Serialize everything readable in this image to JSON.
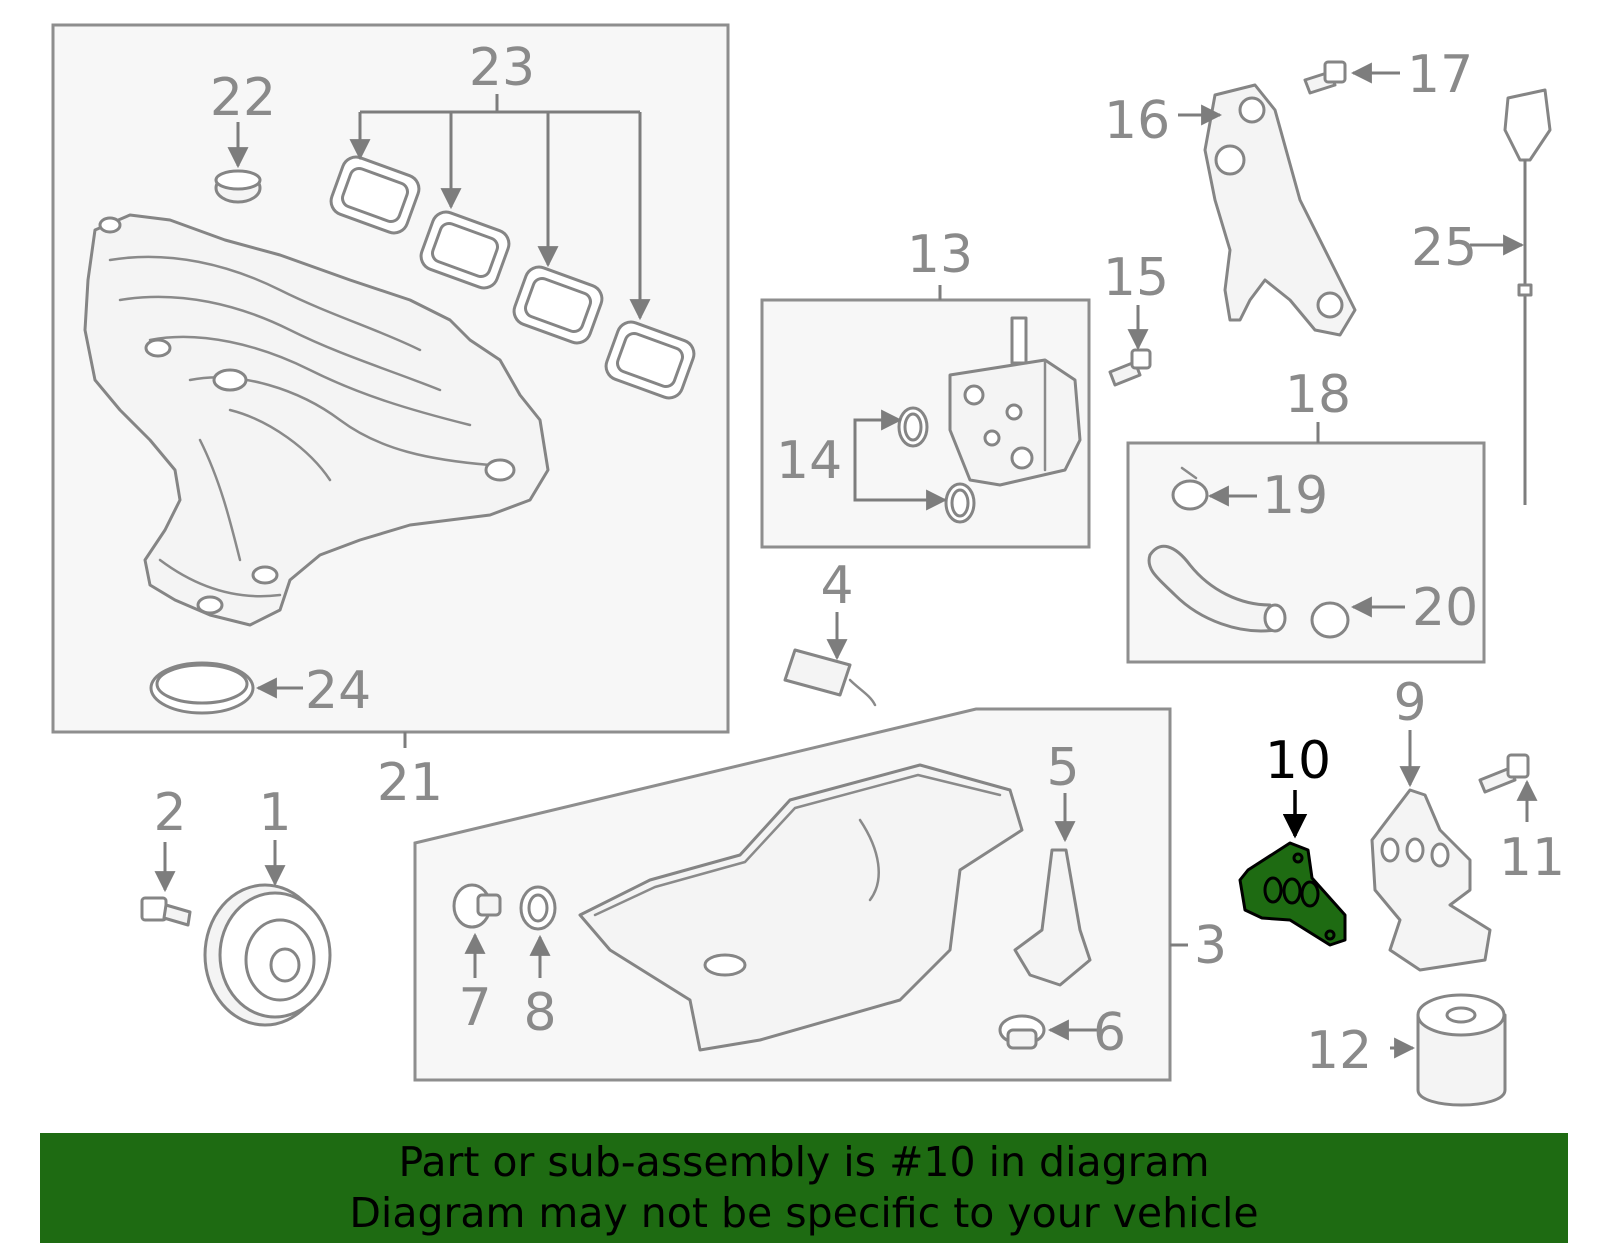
{
  "diagram": {
    "highlighted_part": "10",
    "highlight_color": "#1e6b12",
    "callouts": {
      "c1": "1",
      "c2": "2",
      "c3": "3",
      "c4": "4",
      "c5": "5",
      "c6": "6",
      "c7": "7",
      "c8": "8",
      "c9": "9",
      "c10": "10",
      "c11": "11",
      "c12": "12",
      "c13": "13",
      "c14": "14",
      "c15": "15",
      "c16": "16",
      "c17": "17",
      "c18": "18",
      "c19": "19",
      "c20": "20",
      "c21": "21",
      "c22": "22",
      "c23": "23",
      "c24": "24",
      "c25": "25"
    }
  },
  "banner": {
    "line1": "Part or sub-assembly is #10 in diagram",
    "line2": "Diagram may not be specific to your vehicle",
    "background": "#1e6b12"
  }
}
